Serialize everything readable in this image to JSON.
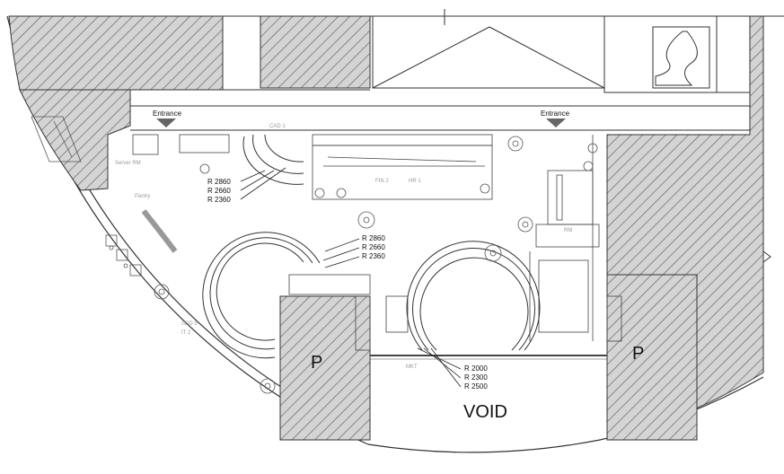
{
  "labels": {
    "entrance_left": "Entrance",
    "entrance_right": "Entrance",
    "parking_left": "P",
    "parking_right": "P",
    "void": "VOID",
    "cad": "CAD 1",
    "server_rm": "Server RM",
    "pantry": "Pantry",
    "fin": "FIN 2",
    "hr": "HR 1",
    "sdd": "SDD 5",
    "it": "IT 2",
    "mkt": "MKT",
    "conf_rm": "RM"
  },
  "radii_upper_left": [
    "R 2860",
    "R 2660",
    "R 2360"
  ],
  "radii_middle": [
    "R 2860",
    "R 2660",
    "R 2360"
  ],
  "radii_lower": [
    "R 2000",
    "R 2300",
    "R 2500"
  ],
  "colors": {
    "line": "#333333",
    "hatch": "#555555",
    "hatch_bg": "#d4d4d4",
    "arrow": "#666666"
  }
}
